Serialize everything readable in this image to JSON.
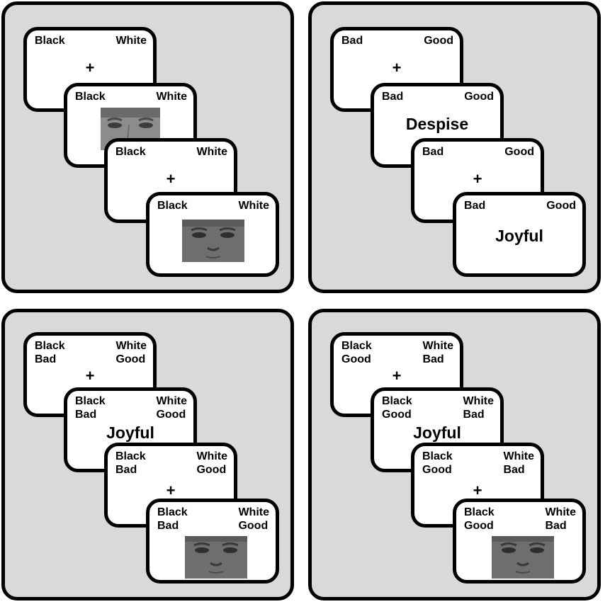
{
  "panels": [
    {
      "cards": [
        {
          "left": "Black",
          "right": "White",
          "stimulus": "+",
          "kind": "fixation"
        },
        {
          "left": "Black",
          "right": "White",
          "stimulus": "face-white-male",
          "kind": "face",
          "face_tone": "#8c8c8c"
        },
        {
          "left": "Black",
          "right": "White",
          "stimulus": "+",
          "kind": "fixation"
        },
        {
          "left": "Black",
          "right": "White",
          "stimulus": "face-black-male",
          "kind": "face",
          "face_tone": "#6e6e6e"
        }
      ]
    },
    {
      "cards": [
        {
          "left": "Bad",
          "right": "Good",
          "stimulus": "+",
          "kind": "fixation"
        },
        {
          "left": "Bad",
          "right": "Good",
          "stimulus": "Despise",
          "kind": "word"
        },
        {
          "left": "Bad",
          "right": "Good",
          "stimulus": "+",
          "kind": "fixation"
        },
        {
          "left": "Bad",
          "right": "Good",
          "stimulus": "Joyful",
          "kind": "word"
        }
      ]
    },
    {
      "cards": [
        {
          "left": "Black\nBad",
          "right": "White\nGood",
          "stimulus": "+",
          "kind": "fixation"
        },
        {
          "left": "Black\nBad",
          "right": "White\nGood",
          "stimulus": "Joyful",
          "kind": "word"
        },
        {
          "left": "Black\nBad",
          "right": "White\nGood",
          "stimulus": "+",
          "kind": "fixation"
        },
        {
          "left": "Black\nBad",
          "right": "White\nGood",
          "stimulus": "face-black-male",
          "kind": "face",
          "face_tone": "#6e6e6e"
        }
      ]
    },
    {
      "cards": [
        {
          "left": "Black\nGood",
          "right": "White\nBad",
          "stimulus": "+",
          "kind": "fixation"
        },
        {
          "left": "Black\nGood",
          "right": "White\nBad",
          "stimulus": "Joyful",
          "kind": "word"
        },
        {
          "left": "Black\nGood",
          "right": "White\nBad",
          "stimulus": "+",
          "kind": "fixation"
        },
        {
          "left": "Black\nGood",
          "right": "White\nBad",
          "stimulus": "face-black-male",
          "kind": "face",
          "face_tone": "#6e6e6e"
        }
      ]
    }
  ],
  "colors": {
    "panel_bg": "#d9d9d9",
    "card_bg": "#ffffff",
    "border": "#000000"
  }
}
